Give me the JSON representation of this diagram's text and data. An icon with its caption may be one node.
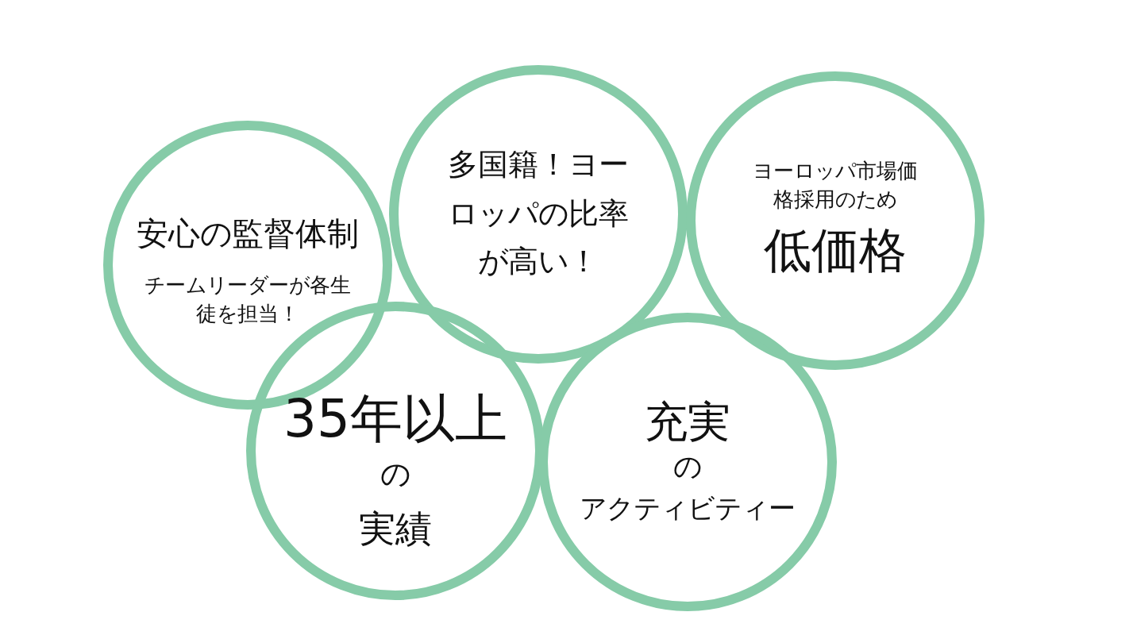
{
  "diagram": {
    "nodes": [
      {
        "text": [
          "安心の監督体制",
          "チームリーダーが各生徒を担当！"
        ]
      },
      {
        "text": [
          "多国籍！ヨーロッパの比率が高い！"
        ]
      },
      {
        "text": [
          "ヨーロッパ市場価格採用のため",
          "低価格"
        ]
      },
      {
        "text": [
          "35年以上",
          "の",
          "実績"
        ]
      },
      {
        "text": [
          "充実",
          "の",
          "アクティビティー"
        ]
      }
    ]
  }
}
